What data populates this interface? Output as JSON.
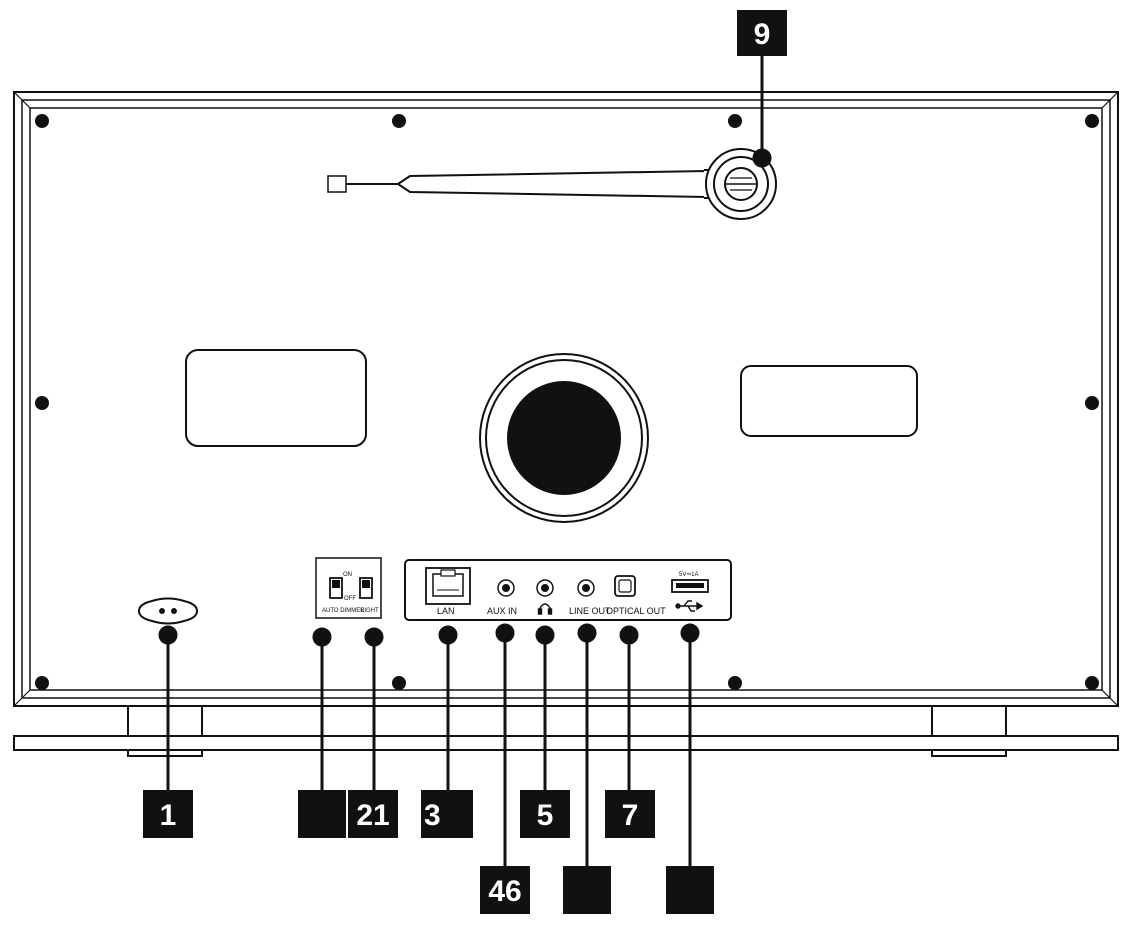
{
  "diagram": {
    "ports": {
      "lan": "LAN",
      "aux_in": "AUX IN",
      "line_out": "LINE OUT",
      "optical_out": "OPTICAL OUT",
      "usb_rating": "5V⎓1A"
    },
    "switches": {
      "on": "ON",
      "off": "OFF",
      "auto_dimmer": "AUTO DIMMER",
      "light": "LIGHT"
    },
    "callouts": {
      "c1": "1",
      "c21": "21",
      "c3": "3",
      "c46": "46",
      "c5": "5",
      "c7": "7",
      "c9": "9",
      "blank": ""
    },
    "icons": {
      "headphone": "headphone-icon",
      "usb": "usb-icon",
      "power": "power-socket-icon",
      "ethernet": "ethernet-port-icon",
      "antenna": "antenna-icon",
      "speaker": "speaker-port-icon"
    }
  }
}
